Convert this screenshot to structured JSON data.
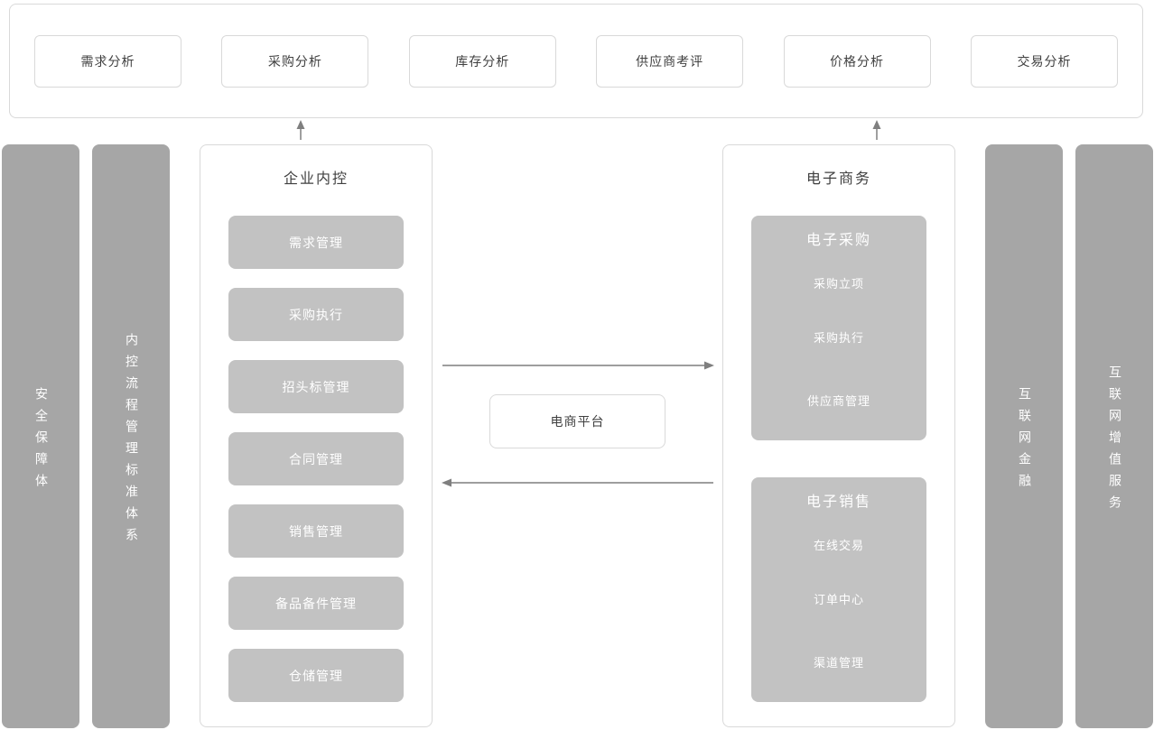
{
  "top_panel": {
    "items": [
      "需求分析",
      "采购分析",
      "库存分析",
      "供应商考评",
      "价格分析",
      "交易分析"
    ]
  },
  "left_bars": [
    "安全保障体",
    "内控流程管理标准体系"
  ],
  "right_bars": [
    "互联网金融",
    "互联网增值服务"
  ],
  "internal_control": {
    "title": "企业内控",
    "items": [
      "需求管理",
      "采购执行",
      "招头标管理",
      "合同管理",
      "销售管理",
      "备品备件管理",
      "仓储管理"
    ]
  },
  "platform": {
    "label": "电商平台"
  },
  "ecommerce": {
    "title": "电子商务",
    "groups": [
      {
        "title": "电子采购",
        "items": [
          "采购立项",
          "采购执行",
          "供应商管理"
        ]
      },
      {
        "title": "电子销售",
        "items": [
          "在线交易",
          "订单中心",
          "渠道管理"
        ]
      }
    ]
  },
  "colors": {
    "bar_gray": "#a6a6a6",
    "block_gray": "#c2c2c2",
    "border_gray": "#d9d9d9",
    "text_dark": "#404040",
    "text_light": "#ffffff",
    "arrow_gray": "#7f7f7f"
  }
}
